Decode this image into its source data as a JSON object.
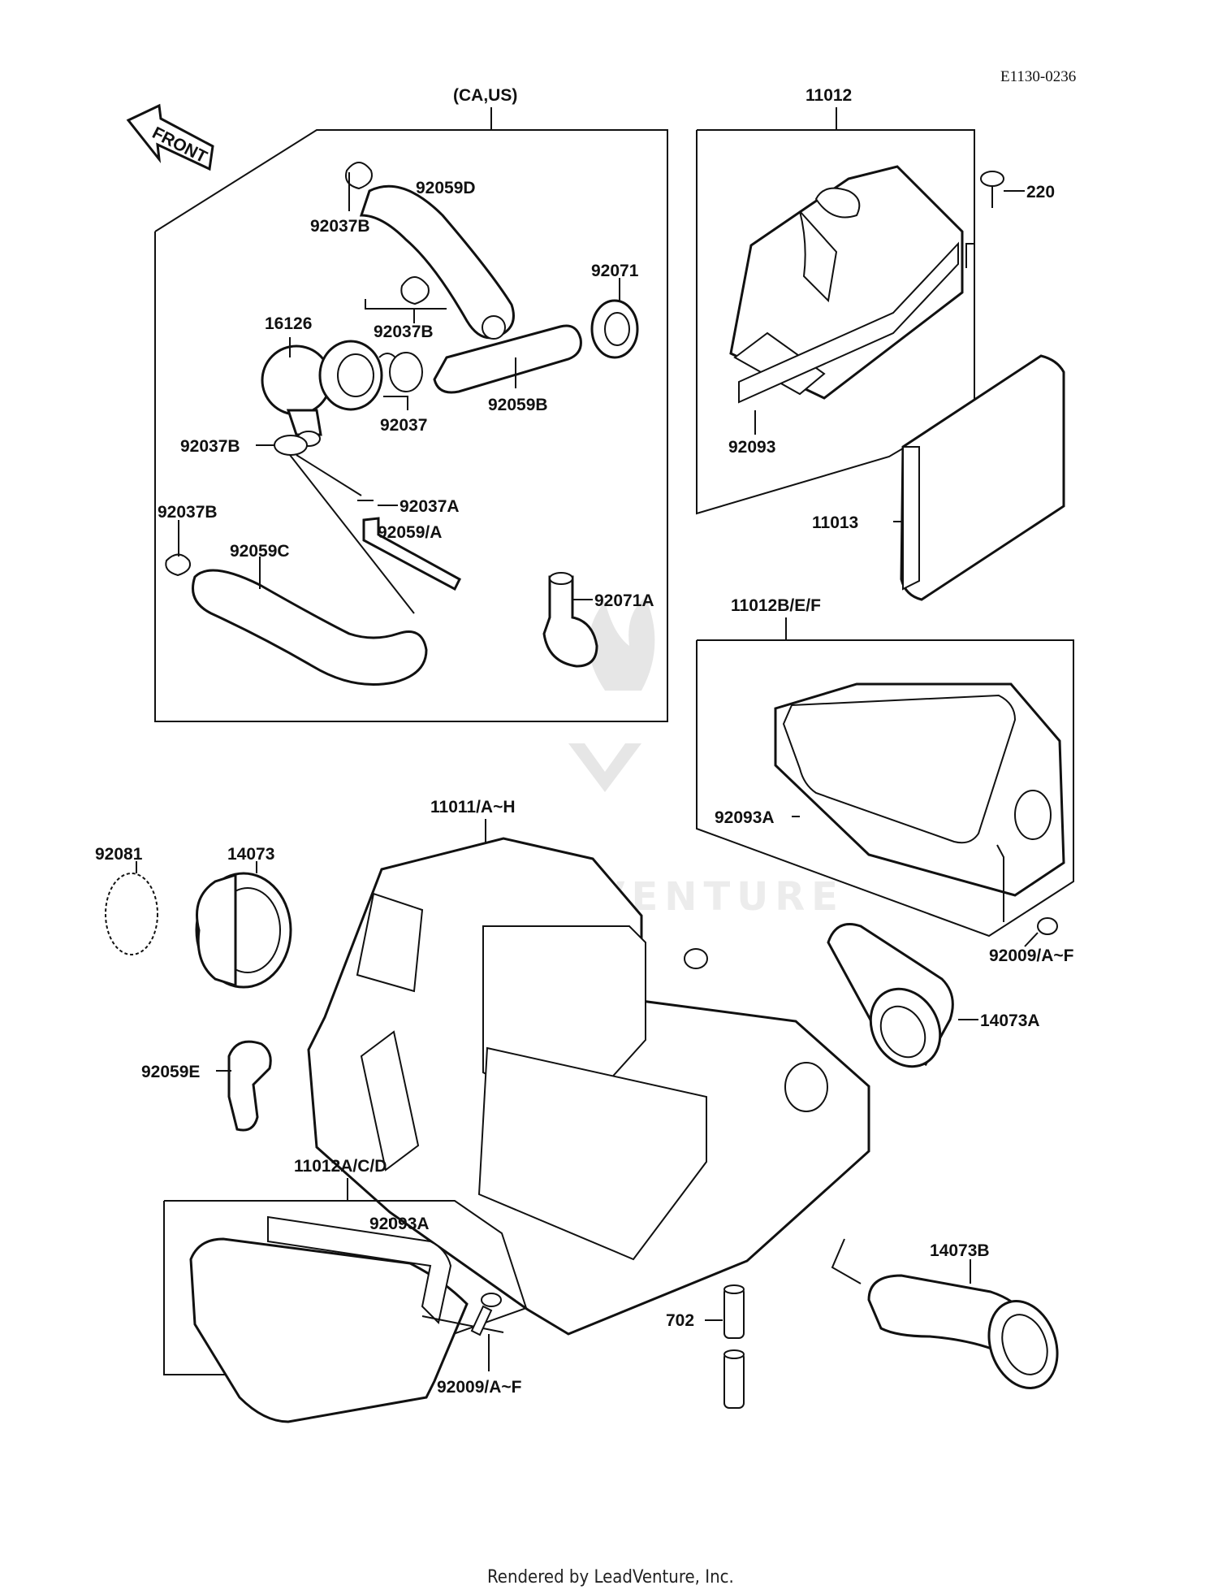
{
  "diagram_code": "E1130-0236",
  "front_arrow_label": "FRONT",
  "footer_text": "Rendered by LeadVenture, Inc.",
  "watermark_text": "LEADVENTURE",
  "groups": {
    "ca_us": "(CA,US)",
    "assy_11012": "11012",
    "assy_11012bef": "11012B/E/F",
    "assy_11012acd": "11012A/C/D",
    "housing_11011": "11011/A~H"
  },
  "parts": {
    "p92059D": "92059D",
    "p92037B_top": "92037B",
    "p92071": "92071",
    "p16126": "16126",
    "p92037B_mid": "92037B",
    "p92037": "92037",
    "p92059B": "92059B",
    "p92037B_left": "92037B",
    "p92037A": "92037A",
    "p92059A": "92059/A",
    "p92037B_low": "92037B",
    "p92059C": "92059C",
    "p92071A": "92071A",
    "p220": "220",
    "p92093": "92093",
    "p11013": "11013",
    "p92093A_right": "92093A",
    "p92009_right": "92009/A~F",
    "p14073A": "14073A",
    "p92081": "92081",
    "p14073": "14073",
    "p92059E": "92059E",
    "p92093A_left": "92093A",
    "p92009_left": "92009/A~F",
    "p702": "702",
    "p14073B": "14073B"
  }
}
